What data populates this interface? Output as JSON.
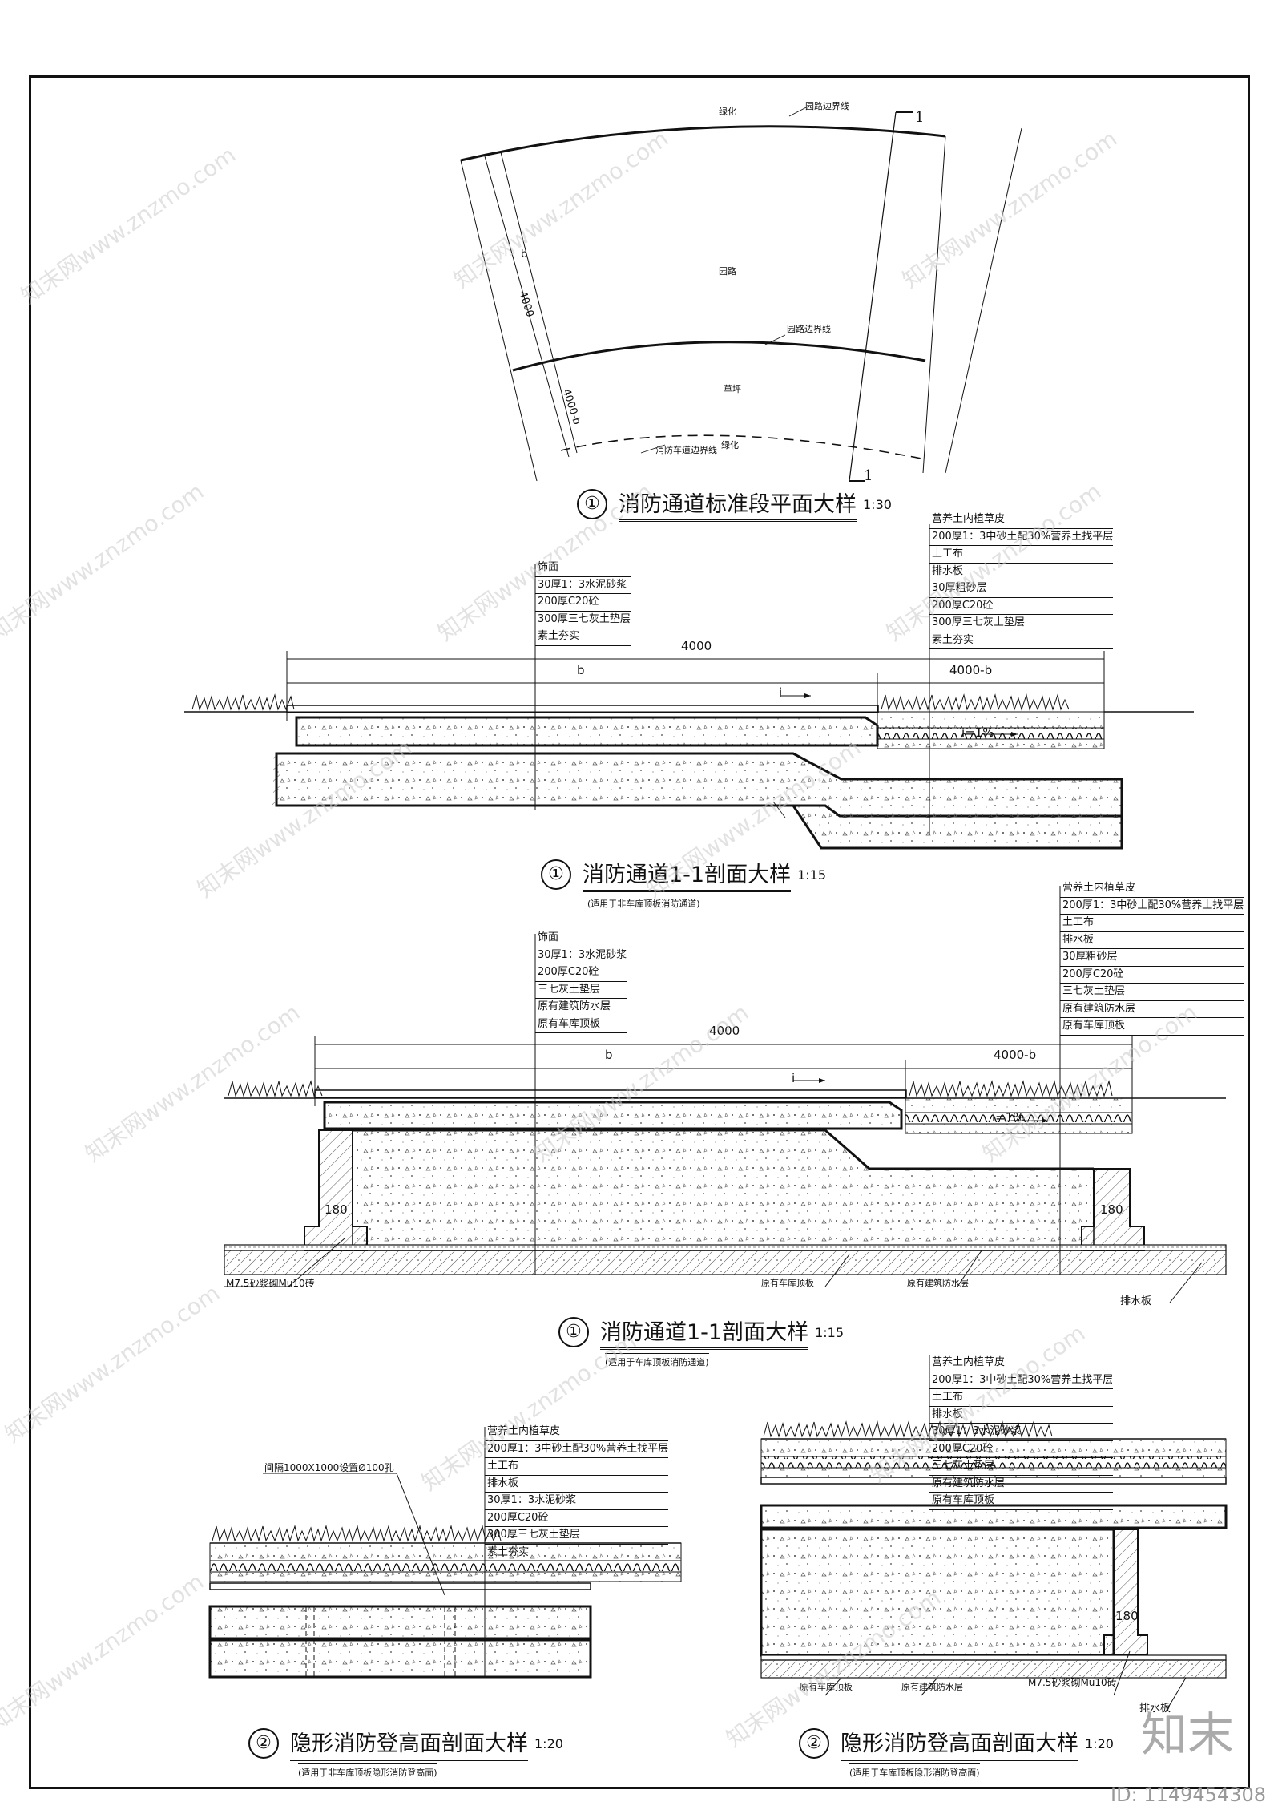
{
  "plan": {
    "title_num": "①",
    "title": "消防通道标准段平面大样",
    "scale": "1:30",
    "labels": {
      "greening_top": "绿化",
      "road_edge_top": "园路边界线",
      "road": "园路",
      "road_edge_mid": "园路边界线",
      "lawn": "草坪",
      "fire_edge": "消防车道边界线",
      "greening_bottom": "绿化",
      "dim_b": "b",
      "dim_4000": "4000",
      "dim_4000b": "4000-b",
      "cut_top": "1",
      "cut_bottom": "1"
    }
  },
  "section1": {
    "title_num": "①",
    "title": "消防通道1-1剖面大样",
    "scale": "1:15",
    "subtitle": "(适用于非车库顶板消防通道)",
    "left_layers": [
      "饰面",
      "30厚1：3水泥砂浆",
      "200厚C20砼",
      "300厚三七灰土垫层",
      "素土夯实"
    ],
    "right_layers": [
      "营养土内植草皮",
      "200厚1：3中砂土配30%营养土找平层",
      "土工布",
      "排水板",
      "30厚粗砂层",
      "200厚C20砼",
      "300厚三七灰土垫层",
      "素土夯实"
    ],
    "dim_total": "4000",
    "dim_b": "b",
    "dim_rest": "4000-b",
    "slope_i": "i",
    "slope_pct": "i=1%"
  },
  "section2": {
    "title_num": "①",
    "title": "消防通道1-1剖面大样",
    "scale": "1:15",
    "subtitle": "(适用于车库顶板消防通道)",
    "left_layers": [
      "饰面",
      "30厚1：3水泥砂浆",
      "200厚C20砼",
      "三七灰土垫层",
      "原有建筑防水层",
      "原有车库顶板"
    ],
    "right_layers": [
      "营养土内植草皮",
      "200厚1：3中砂土配30%营养土找平层",
      "土工布",
      "排水板",
      "30厚粗砂层",
      "200厚C20砼",
      "三七灰土垫层",
      "原有建筑防水层",
      "原有车库顶板"
    ],
    "dim_total": "4000",
    "dim_b": "b",
    "dim_rest": "4000-b",
    "slope_i": "i",
    "slope_pct": "i=1%",
    "wall_left": "180",
    "wall_right": "180",
    "note_mortar": "M7.5砂浆砌Mu10砖",
    "note_roof": "原有车库顶板",
    "note_waterproof": "原有建筑防水层",
    "note_drain": "排水板"
  },
  "section3": {
    "title_num": "②",
    "title": "隐形消防登高面剖面大样",
    "scale": "1:20",
    "subtitle": "(适用于非车库顶板隐形消防登高面)",
    "layers": [
      "营养土内植草皮",
      "200厚1：3中砂土配30%营养土找平层",
      "土工布",
      "排水板",
      "30厚1：3水泥砂浆",
      "200厚C20砼",
      "300厚三七灰土垫层",
      "素土夯实"
    ],
    "hole_note": "间隔1000X1000设置Ø100孔"
  },
  "section4": {
    "title_num": "②",
    "title": "隐形消防登高面剖面大样",
    "scale": "1:20",
    "subtitle": "(适用于车库顶板隐形消防登高面)",
    "layers": [
      "营养土内植草皮",
      "200厚1：3中砂土配30%营养土找平层",
      "土工布",
      "排水板",
      "30厚1：3水泥砂浆",
      "200厚C20砼",
      "三七灰土垫层",
      "原有建筑防水层",
      "原有车库顶板"
    ],
    "wall": "180",
    "note_roof": "原有车库顶板",
    "note_waterproof": "原有建筑防水层",
    "note_mortar": "M7.5砂浆砌Mu10砖",
    "note_drain": "排水板"
  },
  "watermark": {
    "text": "知末网www.znzmo.com",
    "logo": "知末",
    "id": "ID: 1149454308"
  }
}
